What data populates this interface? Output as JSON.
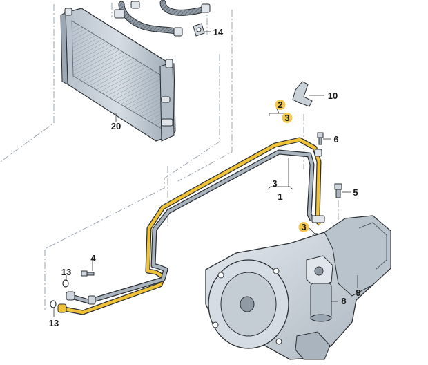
{
  "callouts": [
    {
      "id": "c14",
      "text": "14"
    },
    {
      "id": "c10",
      "text": "10"
    },
    {
      "id": "c20",
      "text": "20"
    },
    {
      "id": "c2",
      "text": "2",
      "highlight": true
    },
    {
      "id": "c3a",
      "text": "3",
      "highlight": true
    },
    {
      "id": "c6",
      "text": "6"
    },
    {
      "id": "c3b",
      "text": "3"
    },
    {
      "id": "c1",
      "text": "1"
    },
    {
      "id": "c5",
      "text": "5"
    },
    {
      "id": "c3c",
      "text": "3",
      "highlight": true
    },
    {
      "id": "c4",
      "text": "4"
    },
    {
      "id": "c13a",
      "text": "13"
    },
    {
      "id": "c8",
      "text": "8"
    },
    {
      "id": "c9",
      "text": "9"
    },
    {
      "id": "c13b",
      "text": "13"
    }
  ],
  "colors": {
    "highlight": "#f2c94c",
    "line_yellow": "#f0c238",
    "line_gray": "#a9b4bf",
    "metal": "#c9d1d9",
    "metal_dark": "#6f7b86",
    "outline": "#2b2f33"
  }
}
